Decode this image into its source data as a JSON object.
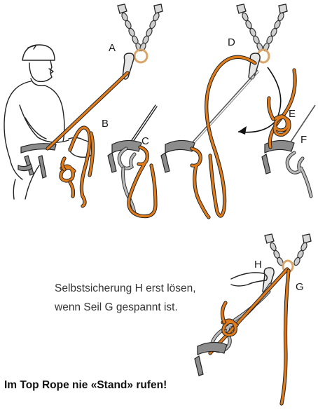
{
  "labels": {
    "a": "A",
    "b": "B",
    "c": "C",
    "d": "D",
    "e": "E",
    "f": "F",
    "g": "G",
    "h": "H"
  },
  "note": {
    "line1": "Selbstsicherung H erst lösen,",
    "line2": "wenn Seil G gespannt ist."
  },
  "warning": "Im Top Rope nie «Stand» rufen!",
  "colors": {
    "rope": "#e07b1a",
    "grey_rope": "#bbbbbb",
    "ink": "#222222"
  }
}
